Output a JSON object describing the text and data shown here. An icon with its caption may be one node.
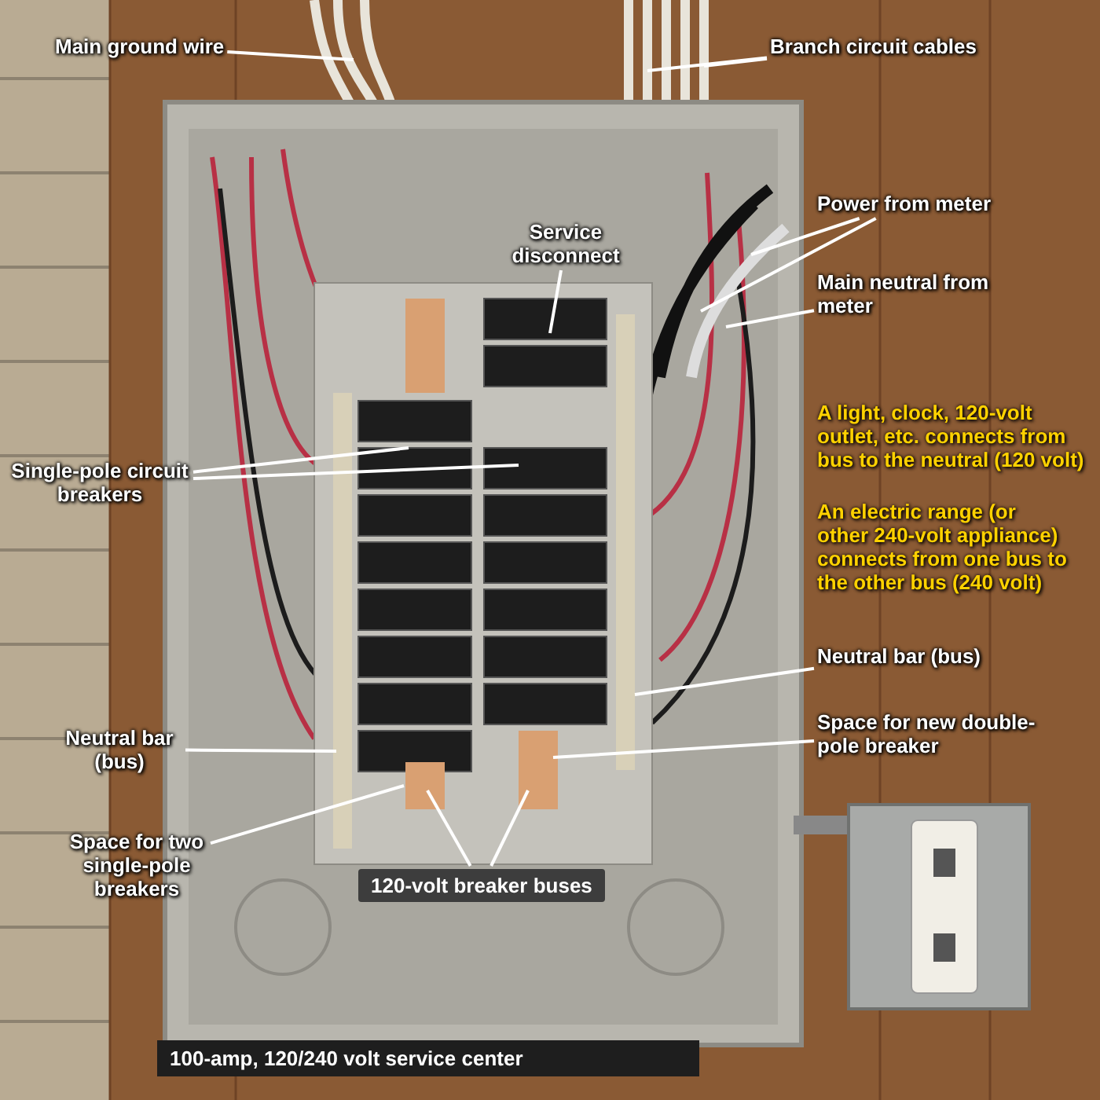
{
  "diagram": {
    "caption": "100-amp, 120/240 volt service center",
    "nodes": [
      {
        "text": [
          "Main ground wire"
        ]
      },
      {
        "text": [
          "Branch circuit cables"
        ]
      },
      {
        "text": [
          "Power from meter"
        ]
      },
      {
        "text": [
          "Service disconnect"
        ]
      },
      {
        "text": [
          "Main neutral from meter"
        ]
      },
      {
        "text": [
          "Single-pole circuit breakers"
        ]
      },
      {
        "text": [
          "Neutral bar (bus)"
        ]
      },
      {
        "text": [
          "Neutral bar (bus)"
        ]
      },
      {
        "text": [
          "Space for new double-pole breaker"
        ]
      },
      {
        "text": [
          "Space for two single-pole breakers"
        ]
      },
      {
        "text": [
          "120-volt breaker buses"
        ]
      }
    ],
    "edges": [
      {
        "from": 0,
        "to": null,
        "arrow": "none"
      },
      {
        "from": 1,
        "to": null,
        "arrow": "none"
      },
      {
        "from": 1,
        "to": null,
        "arrow": "none"
      },
      {
        "from": 2,
        "to": null,
        "arrow": "none"
      },
      {
        "from": 2,
        "to": null,
        "arrow": "none"
      },
      {
        "from": 3,
        "to": null,
        "arrow": "none"
      },
      {
        "from": 4,
        "to": null,
        "arrow": "none"
      },
      {
        "from": 5,
        "to": null,
        "arrow": "none"
      },
      {
        "from": 5,
        "to": null,
        "arrow": "none"
      },
      {
        "from": 6,
        "to": null,
        "arrow": "none"
      },
      {
        "from": 7,
        "to": null,
        "arrow": "none"
      },
      {
        "from": 8,
        "to": null,
        "arrow": "none"
      },
      {
        "from": 9,
        "to": null,
        "arrow": "none"
      },
      {
        "from": 10,
        "to": null,
        "arrow": "none"
      },
      {
        "from": 10,
        "to": null,
        "arrow": "none"
      }
    ],
    "labels": [
      "A light, clock, 120-volt outlet, etc. connects from bus to the neutral (120 volt)",
      "An electric range (or other 240-volt appliance) connects from one bus to the other bus (240 volt)"
    ]
  }
}
